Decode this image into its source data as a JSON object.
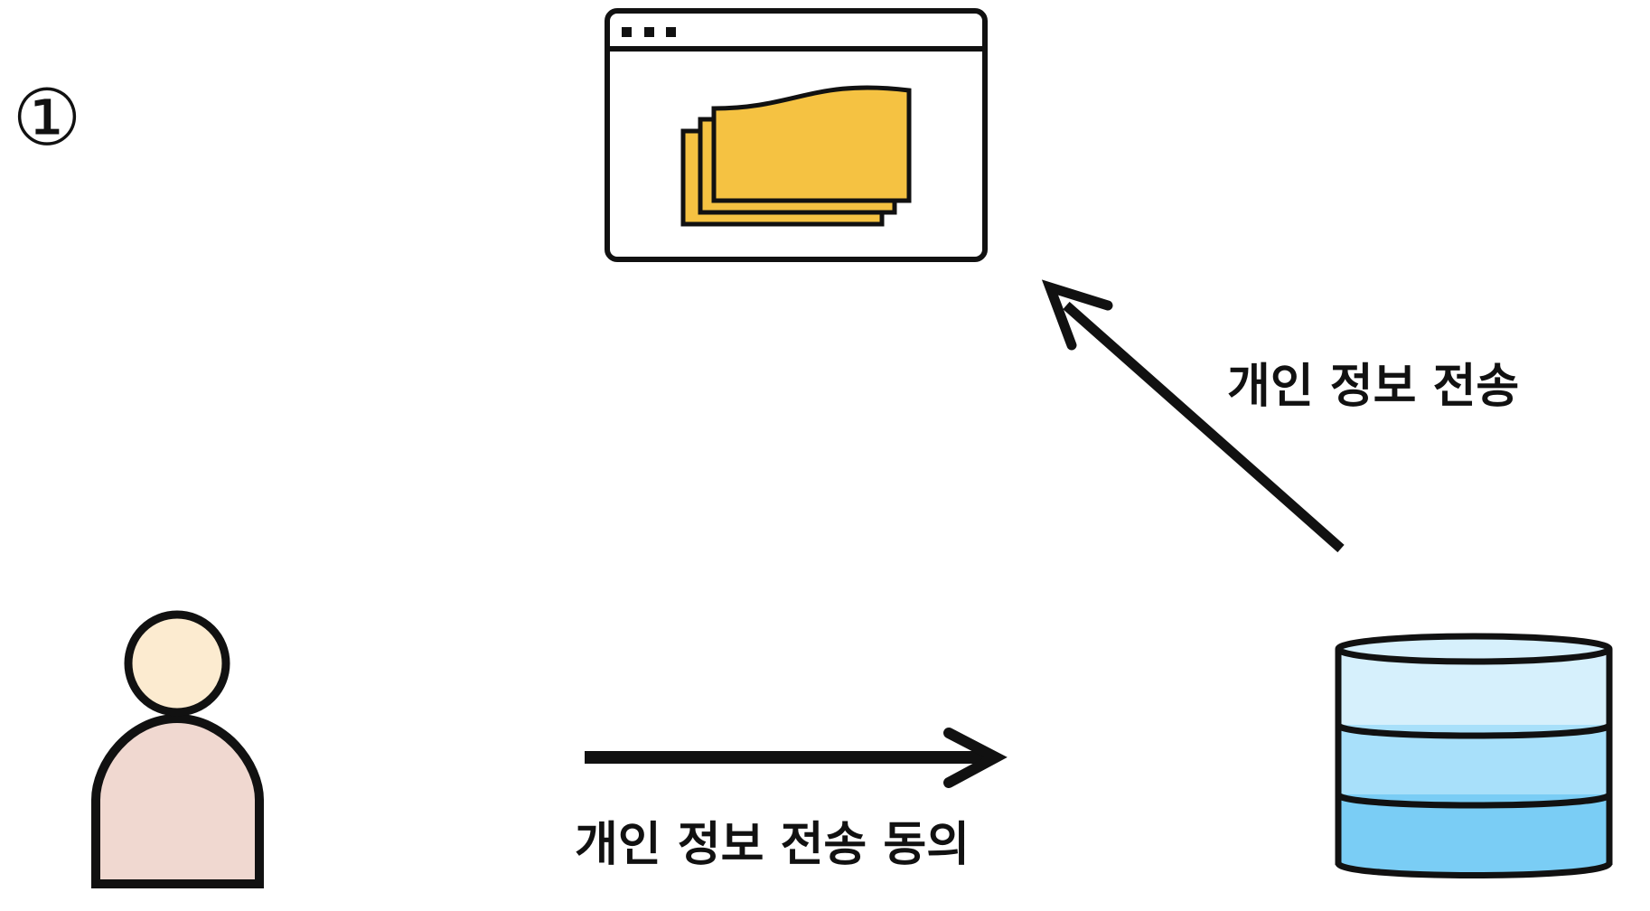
{
  "step_marker": "①",
  "labels": {
    "send_personal_info": "개인 정보 전송",
    "consent_send_personal_info": "개인 정보 전송 동의"
  },
  "icons": {
    "website": "browser-window-icon",
    "documents": "documents-stack-icon",
    "user": "person-icon",
    "database": "database-icon"
  },
  "colors": {
    "outline": "#111111",
    "document_fill": "#F5C242",
    "person_head": "#FCEBD0",
    "person_body": "#F0D8D0",
    "db_top": "#D6F0FC",
    "db_layer1": "#D6F0FC",
    "db_layer2": "#A8E0FA",
    "db_layer3": "#7ACDF5"
  }
}
